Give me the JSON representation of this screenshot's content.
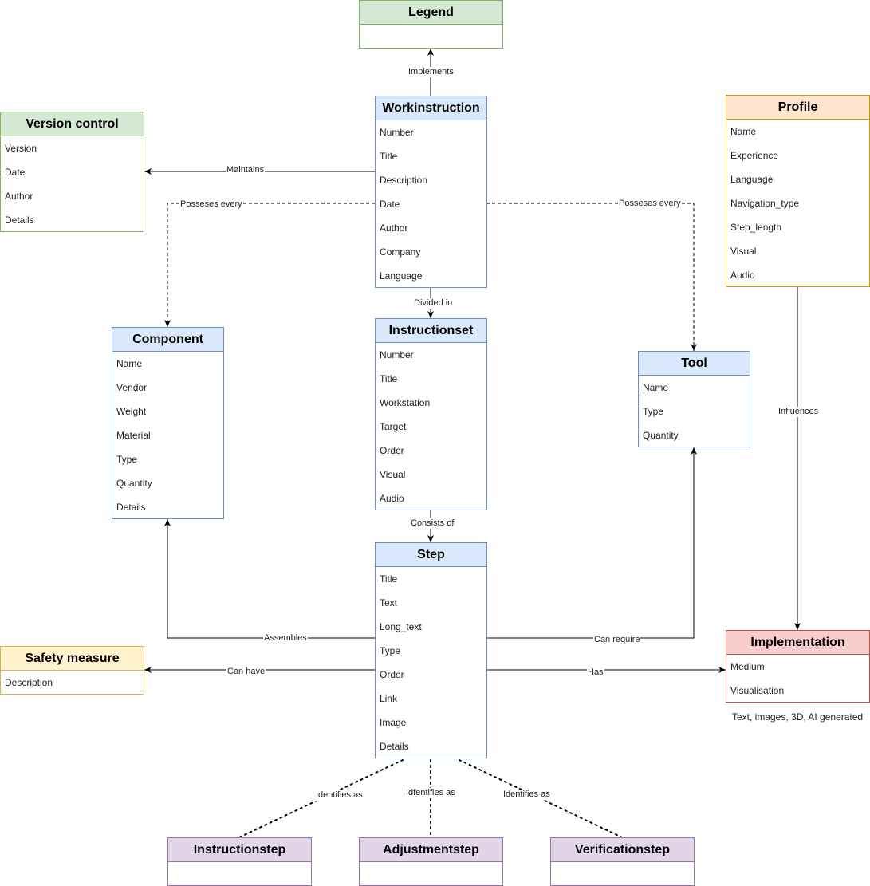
{
  "entities": {
    "legend": {
      "title": "Legend",
      "fields": []
    },
    "workinstruction": {
      "title": "Workinstruction",
      "fields": [
        "Number",
        "Title",
        "Description",
        "Date",
        "Author",
        "Company",
        "Language"
      ]
    },
    "version_control": {
      "title": "Version control",
      "fields": [
        "Version",
        "Date",
        "Author",
        "Details"
      ]
    },
    "profile": {
      "title": "Profile",
      "fields": [
        "Name",
        "Experience",
        "Language",
        "Navigation_type",
        "Step_length",
        "Visual",
        "Audio"
      ]
    },
    "component": {
      "title": "Component",
      "fields": [
        "Name",
        "Vendor",
        "Weight",
        "Material",
        "Type",
        "Quantity",
        "Details"
      ]
    },
    "instructionset": {
      "title": "Instructionset",
      "fields": [
        "Number",
        "Title",
        "Workstation",
        "Target",
        "Order",
        "Visual",
        "Audio"
      ]
    },
    "tool": {
      "title": "Tool",
      "fields": [
        "Name",
        "Type",
        "Quantity"
      ]
    },
    "step": {
      "title": "Step",
      "fields": [
        "Title",
        "Text",
        "Long_text",
        "Type",
        "Order",
        "Link",
        "Image",
        "Details"
      ]
    },
    "safety_measure": {
      "title": "Safety measure",
      "fields": [
        "Description"
      ]
    },
    "implementation": {
      "title": "Implementation",
      "fields": [
        "Medium",
        "Visualisation"
      ]
    },
    "instructionstep": {
      "title": "Instructionstep",
      "fields": []
    },
    "adjustmentstep": {
      "title": "Adjustmentstep",
      "fields": []
    },
    "verificationstep": {
      "title": "Verificationstep",
      "fields": []
    }
  },
  "relations": {
    "implements": "Implements",
    "maintains": "Maintains",
    "posseses_component": "Posseses every",
    "posseses_tool": "Posseses every",
    "divided_in": "Divided in",
    "consists_of": "Consists of",
    "influences": "Influences",
    "assembles": "Assembles",
    "can_require": "Can require",
    "can_have": "Can have",
    "has": "Has",
    "identifies_instruction": "Identifies as",
    "identifies_adjustment": "Idfentifies as",
    "identifies_verification": "Identifies as"
  },
  "notes": {
    "implementation_media": "Text, images, 3D, AI generated"
  },
  "colors": {
    "blue_fill": "#dae8fc",
    "blue_stroke": "#6c8ebf",
    "green_fill": "#d5e8d4",
    "green_stroke": "#82b366",
    "orange_fill": "#ffe6cc",
    "orange_stroke": "#d79b00",
    "yellow_fill": "#fff2cc",
    "yellow_stroke": "#d6b656",
    "red_fill": "#f8cecc",
    "red_stroke": "#b85450",
    "purple_fill": "#e1d5e7",
    "purple_stroke": "#9673a6"
  }
}
